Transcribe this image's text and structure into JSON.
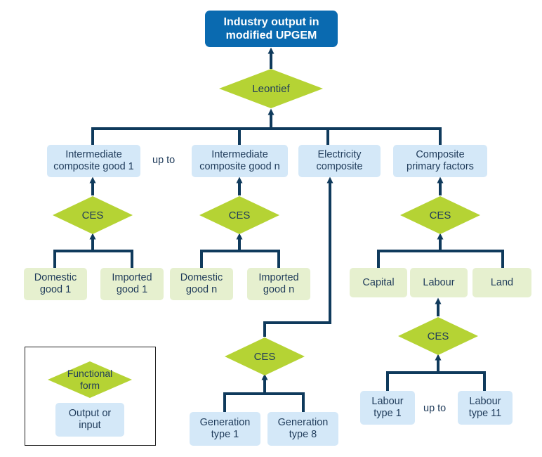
{
  "top": {
    "label": "Industry output in\nmodified UPGEM"
  },
  "functional_forms": {
    "leontief": "Leontief",
    "ces": "CES"
  },
  "composites": {
    "intermediate_1": "Intermediate\ncomposite good 1",
    "up_to": "up to",
    "intermediate_n": "Intermediate\ncomposite good n",
    "electricity": "Electricity\ncomposite",
    "primary_factors": "Composite\nprimary factors"
  },
  "inputs": {
    "domestic_1": "Domestic\ngood 1",
    "imported_1": "Imported\ngood 1",
    "domestic_n": "Domestic\ngood n",
    "imported_n": "Imported\ngood n",
    "capital": "Capital",
    "labour": "Labour",
    "land": "Land",
    "labour_type_1": "Labour\ntype 1",
    "labour_up_to": "up to",
    "labour_type_11": "Labour\ntype 11",
    "generation_1": "Generation\ntype 1",
    "generation_8": "Generation\ntype 8"
  },
  "legend": {
    "functional_form": "Functional\nform",
    "output_or_input": "Output or\ninput"
  },
  "colors": {
    "line": "#0f3a5c",
    "diamond": "#b5d334",
    "top_box": "#0a6ab0",
    "blue_box": "#d4e8f8",
    "green_box": "#e6f0cf"
  }
}
